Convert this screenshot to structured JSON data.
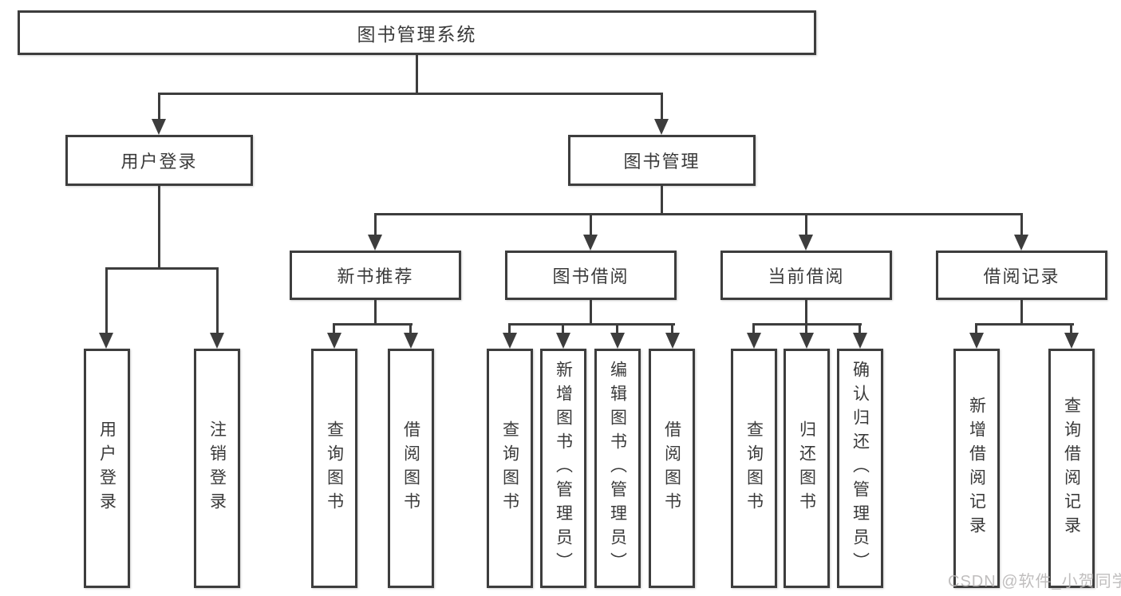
{
  "diagram": {
    "tree": {
      "root": {
        "label": "图书管理系统",
        "children": [
          {
            "label": "用户登录",
            "children": [
              {
                "label": "用户登录"
              },
              {
                "label": "注销登录"
              }
            ]
          },
          {
            "label": "图书管理",
            "children": [
              {
                "label": "新书推荐",
                "children": [
                  {
                    "label": "查询图书"
                  },
                  {
                    "label": "借阅图书"
                  }
                ]
              },
              {
                "label": "图书借阅",
                "children": [
                  {
                    "label": "查询图书"
                  },
                  {
                    "label": "新增图书（管理员）"
                  },
                  {
                    "label": "编辑图书（管理员）"
                  },
                  {
                    "label": "借阅图书"
                  }
                ]
              },
              {
                "label": "当前借阅",
                "children": [
                  {
                    "label": "查询图书"
                  },
                  {
                    "label": "归还图书"
                  },
                  {
                    "label": "确认归还（管理员）"
                  }
                ]
              },
              {
                "label": "借阅记录",
                "children": [
                  {
                    "label": "新增借阅记录"
                  },
                  {
                    "label": "查询借阅记录"
                  }
                ]
              }
            ]
          }
        ]
      }
    },
    "watermark": "CSDN @软件_小贺同学",
    "colors": {
      "line": "#3d3d3d",
      "text": "#3a3a3a",
      "background": "#ffffff",
      "watermark": "#b9b7b7"
    }
  }
}
